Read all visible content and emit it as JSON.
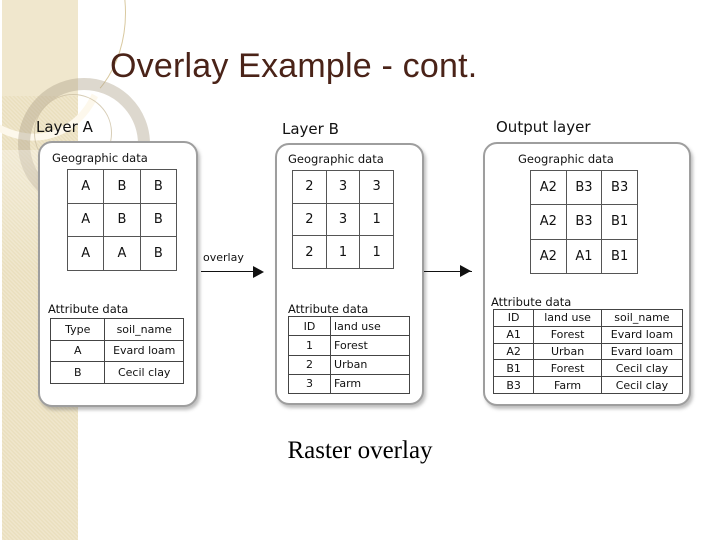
{
  "slide": {
    "title": "Overlay Example - cont.",
    "title_color": "#4a2318",
    "caption": "Raster overlay",
    "background": "#ffffff",
    "band_color": "#eadfbe"
  },
  "layer_a": {
    "label": "Layer A",
    "geo_title": "Geographic data",
    "grid": [
      [
        "A",
        "B",
        "B"
      ],
      [
        "A",
        "B",
        "B"
      ],
      [
        "A",
        "A",
        "B"
      ]
    ],
    "attr_title": "Attribute data",
    "attr_headers": [
      "Type",
      "soil_name"
    ],
    "attr_rows": [
      [
        "A",
        "Evard loam"
      ],
      [
        "B",
        "Cecil clay"
      ]
    ]
  },
  "layer_b": {
    "label": "Layer B",
    "geo_title": "Geographic data",
    "grid": [
      [
        "2",
        "3",
        "3"
      ],
      [
        "2",
        "3",
        "1"
      ],
      [
        "2",
        "1",
        "1"
      ]
    ],
    "attr_title": "Attribute data",
    "attr_headers": [
      "ID",
      "land use"
    ],
    "attr_rows": [
      [
        "1",
        "Forest"
      ],
      [
        "2",
        "Urban"
      ],
      [
        "3",
        "Farm"
      ]
    ]
  },
  "output_layer": {
    "label": "Output layer",
    "geo_title": "Geographic data",
    "grid": [
      [
        "A2",
        "B3",
        "B3"
      ],
      [
        "A2",
        "B3",
        "B1"
      ],
      [
        "A2",
        "A1",
        "B1"
      ]
    ],
    "attr_title": "Attribute data",
    "attr_headers": [
      "ID",
      "land use",
      "soil_name"
    ],
    "attr_rows": [
      [
        "A1",
        "Forest",
        "Evard loam"
      ],
      [
        "A2",
        "Urban",
        "Evard loam"
      ],
      [
        "B1",
        "Forest",
        "Cecil clay"
      ],
      [
        "B3",
        "Farm",
        "Cecil clay"
      ]
    ]
  },
  "arrows": {
    "overlay_label": "overlay",
    "first_name": "overlay-arrow",
    "second_name": "result-arrow"
  }
}
